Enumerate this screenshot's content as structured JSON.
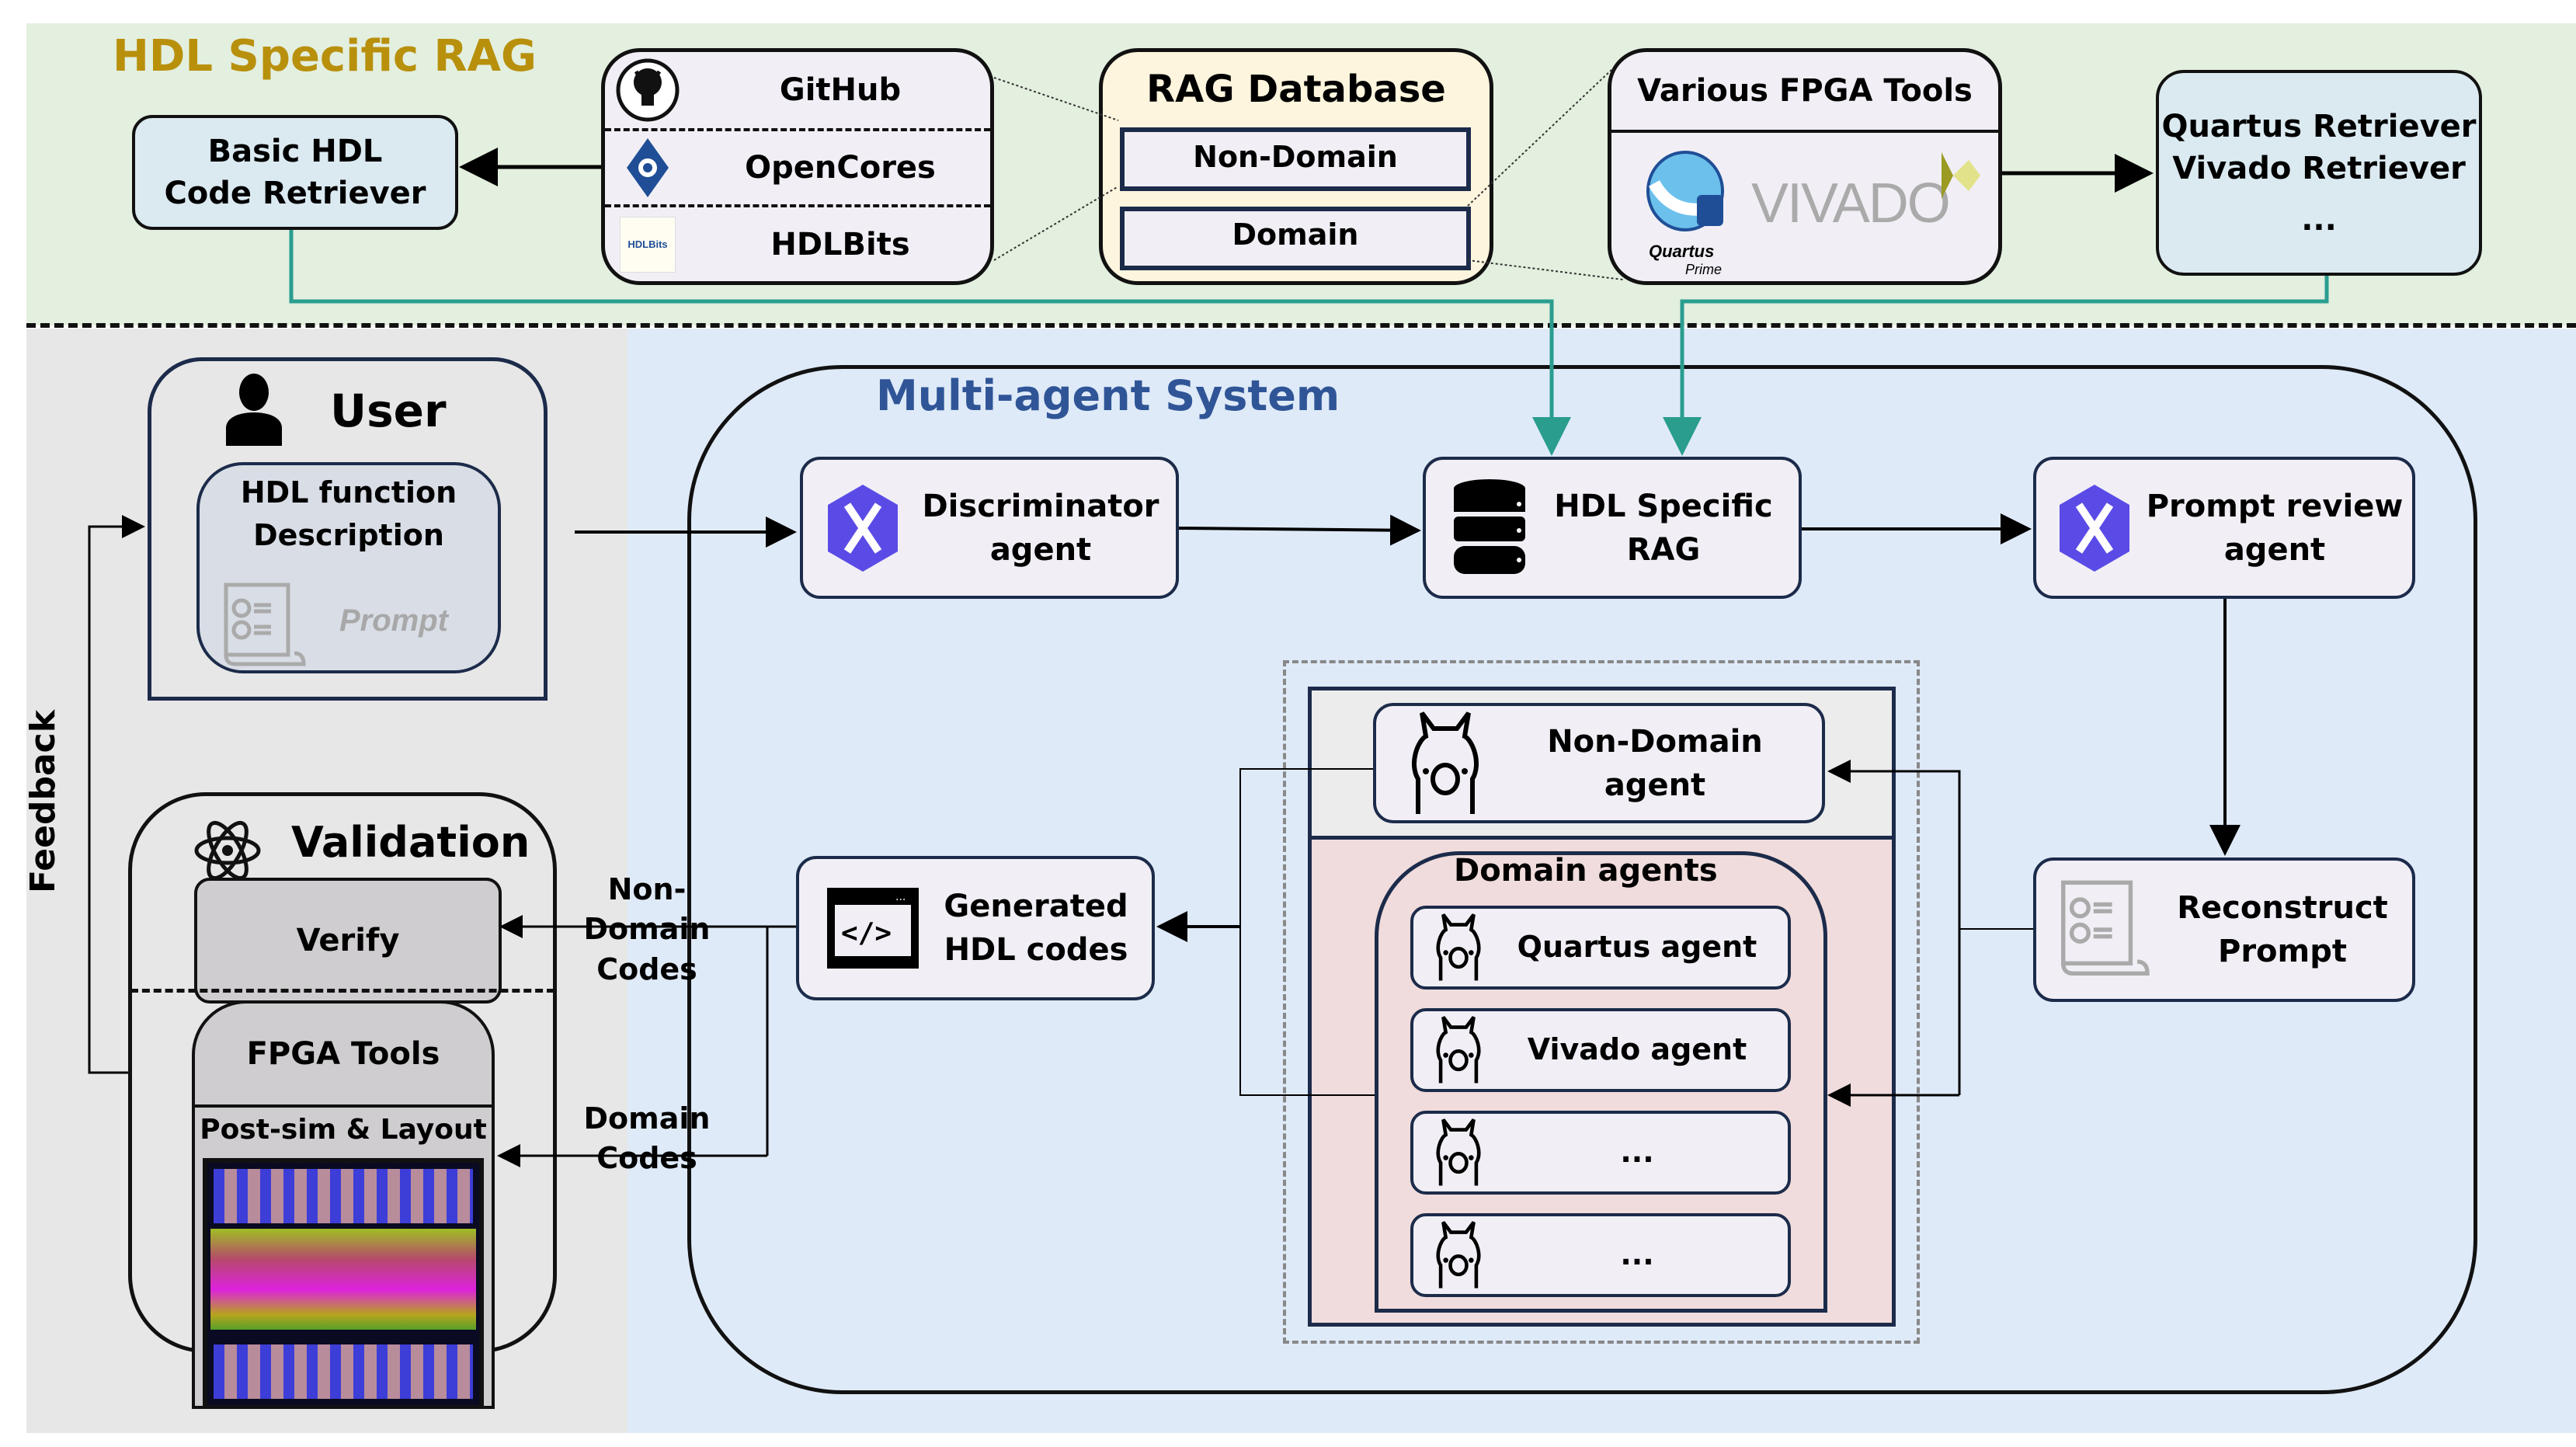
{
  "regions": {
    "rag_title": "HDL Specific RAG",
    "mas_title": "Multi-agent System",
    "feedback_label": "Feedback"
  },
  "rag": {
    "basic_retriever": "Basic HDL Code Retriever",
    "sources": [
      {
        "label": "GitHub",
        "icon": "github-icon"
      },
      {
        "label": "OpenCores",
        "icon": "opencores-icon"
      },
      {
        "label": "HDLBits",
        "icon": "hdlbits-icon",
        "logo_text": "HDLBits"
      }
    ],
    "database": {
      "title": "RAG Database",
      "cells": [
        "Non-Domain",
        "Domain"
      ]
    },
    "fpga_tools": {
      "title": "Various FPGA Tools",
      "quartus_text": "Quartus",
      "quartus_sub": "Prime",
      "vivado_text": "VIVADO"
    },
    "tool_retriever": [
      "Quartus Retriever",
      "Vivado Retriever",
      "..."
    ]
  },
  "user": {
    "title": "User",
    "desc": [
      "HDL function",
      "Description"
    ],
    "prompt_label": "Prompt"
  },
  "validation": {
    "title": "Validation",
    "verify": "Verify",
    "fpga_tools": "FPGA Tools",
    "postsim": "Post-sim & Layout"
  },
  "edges": {
    "non_domain_codes": [
      "Non-Domain",
      "Codes"
    ],
    "domain_codes": [
      "Domain",
      "Codes"
    ]
  },
  "agents": {
    "discriminator": [
      "Discriminator",
      "agent"
    ],
    "hdl_rag": [
      "HDL Specific",
      "RAG"
    ],
    "prompt_review": [
      "Prompt review",
      "agent"
    ],
    "reconstruct": [
      "Reconstruct",
      "Prompt"
    ],
    "generated": [
      "Generated",
      "HDL codes"
    ],
    "non_domain": [
      "Non-Domain",
      "agent"
    ],
    "domain_title": "Domain agents",
    "domain_list": [
      "Quartus agent",
      "Vivado agent",
      "...",
      "..."
    ]
  },
  "colors": {
    "rag_title": "#b8900c",
    "mas_title": "#2f5597",
    "teal_connector": "#2a9d8f",
    "green_bg": "#e3efdf",
    "blue_bg": "#dfeaf8",
    "gray_bg": "#e7e7e7",
    "domain_bg": "#f0dcdc"
  }
}
